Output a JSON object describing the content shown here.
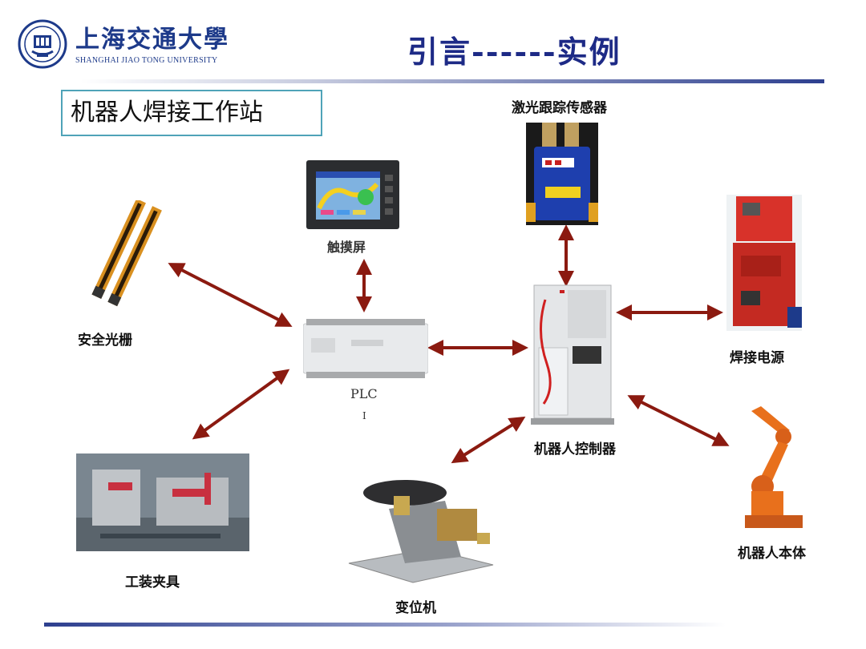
{
  "header": {
    "university_cn": "上海交通大學",
    "university_en": "SHANGHAI JIAO TONG UNIVERSITY",
    "title": "引言------实例"
  },
  "subtitle": "机器人焊接工作站",
  "nodes": {
    "touch_screen": "触摸屏",
    "laser_sensor": "激光跟踪传感器",
    "safety_curtain": "安全光栅",
    "plc": "PLC",
    "plc_mark": "I",
    "welding_power": "焊接电源",
    "robot_controller": "机器人控制器",
    "fixture": "工装夹具",
    "positioner": "变位机",
    "robot_body": "机器人本体"
  },
  "colors": {
    "accent": "#1d2a86",
    "arrow": "#8b1a10",
    "box_border": "#4fa3b8"
  }
}
